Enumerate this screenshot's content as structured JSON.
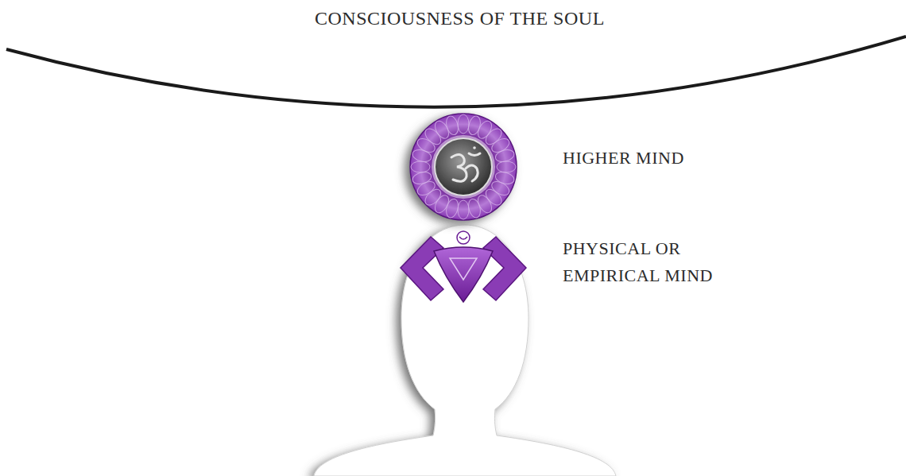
{
  "diagram": {
    "title": "CONSCIOUSNESS OF THE SOUL",
    "labels": [
      "HIGHER MIND",
      "PHYSICAL OR EMPIRICAL MIND"
    ]
  }
}
